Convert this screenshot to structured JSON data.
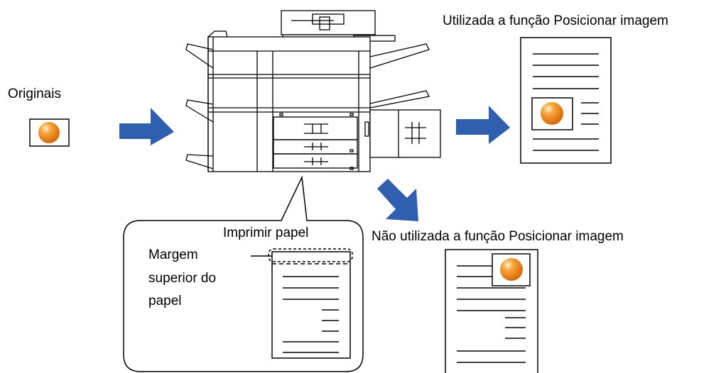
{
  "labels": {
    "originals": "Originais",
    "with_function": "Utilizada a função Posicionar imagem",
    "without_function": "Não utilizada a função Posicionar imagem",
    "print_paper": "Imprimir papel",
    "margin_line1": "Margem",
    "margin_line2": "superior do",
    "margin_line3": "papel"
  },
  "colors": {
    "arrow": "#2f5fae",
    "orange_ball": "#f28c1e",
    "outline": "#000000"
  }
}
